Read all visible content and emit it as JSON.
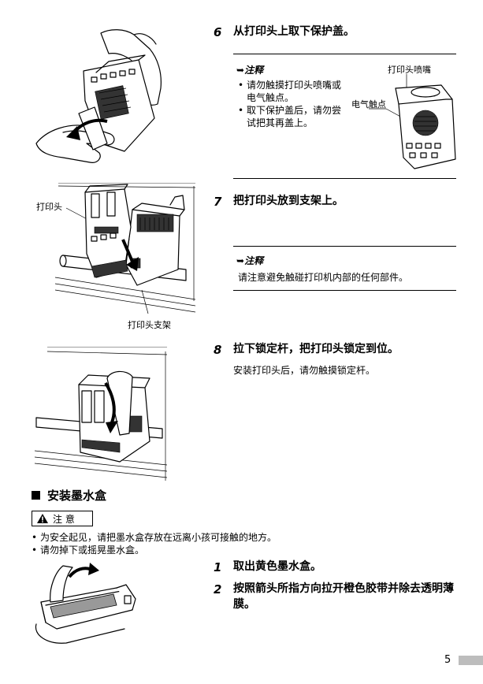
{
  "step6": {
    "number": "6",
    "title": "从打印头上取下保护盖。",
    "note_label": "注释",
    "note_items": [
      "请勿触摸打印头喷嘴或电气触点。",
      "取下保护盖后，请勿尝试把其再盖上。"
    ],
    "callout_nozzle": "打印头喷嘴",
    "callout_contacts": "电气触点"
  },
  "step7": {
    "number": "7",
    "title": "把打印头放到支架上。",
    "note_label": "注释",
    "note_text": "请注意避免触碰打印机内部的任何部件。",
    "callout_printhead": "打印头",
    "callout_holder": "打印头支架"
  },
  "step8": {
    "number": "8",
    "title": "拉下锁定杆，把打印头锁定到位。",
    "text": "安装打印头后，请勿触摸锁定杆。"
  },
  "section": {
    "title": "安装墨水盒",
    "caution_label": "注 意",
    "caution_items": [
      "为安全起见，请把墨水盒存放在远离小孩可接触的地方。",
      "请勿掉下或摇晃墨水盒。"
    ]
  },
  "step1": {
    "number": "1",
    "title": "取出黄色墨水盒。"
  },
  "step2": {
    "number": "2",
    "title": "按照箭头所指方向拉开橙色胶带并除去透明薄膜。"
  },
  "page_number": "5",
  "icons": {
    "note": "note-arrow-icon",
    "warning": "warning-triangle-icon",
    "section": "square-bullet-icon"
  },
  "colors": {
    "text": "#000000",
    "page_tab": "#bdbdbd"
  }
}
